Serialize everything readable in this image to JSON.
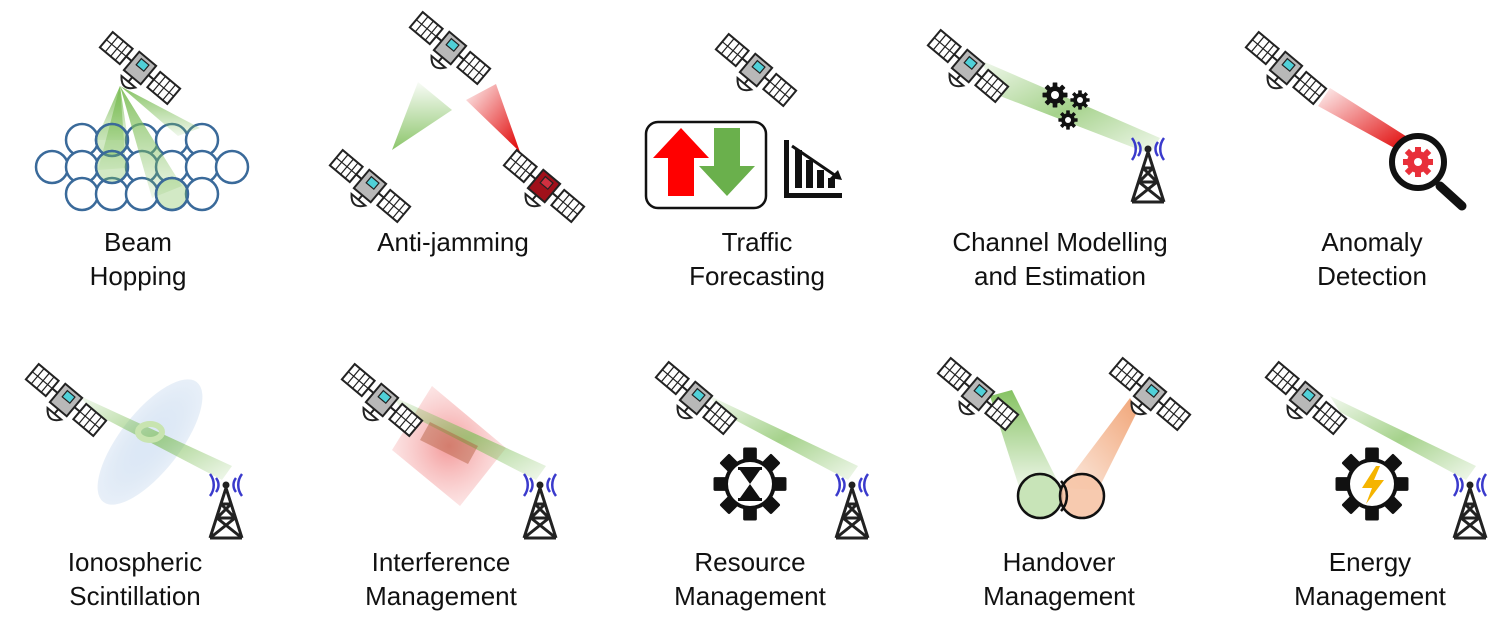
{
  "panels": [
    {
      "id": "beam-hopping",
      "line1": "Beam",
      "line2": "Hopping"
    },
    {
      "id": "anti-jamming",
      "line1": "Anti-jamming",
      "line2": ""
    },
    {
      "id": "traffic-forecasting",
      "line1": "Traffic",
      "line2": "Forecasting"
    },
    {
      "id": "channel-modelling",
      "line1": "Channel Modelling",
      "line2": "and Estimation"
    },
    {
      "id": "anomaly-detection",
      "line1": "Anomaly",
      "line2": "Detection"
    },
    {
      "id": "ionospheric-scintillation",
      "line1": "Ionospheric",
      "line2": "Scintillation"
    },
    {
      "id": "interference-management",
      "line1": "Interference",
      "line2": "Management"
    },
    {
      "id": "resource-management",
      "line1": "Resource",
      "line2": "Management"
    },
    {
      "id": "handover-management",
      "line1": "Handover",
      "line2": "Management"
    },
    {
      "id": "energy-management",
      "line1": "Energy",
      "line2": "Management"
    }
  ],
  "colors": {
    "beam_green": "#7fbf5a",
    "beam_red": "#e00000",
    "beam_orange": "#f0a070",
    "cell_blue": "#3a6a9a",
    "arrow_red": "#ff0000",
    "arrow_green": "#6ab04c",
    "antenna_blue": "#3a3acc",
    "gear_red": "#e8303a",
    "bolt_yellow": "#f5b400"
  },
  "icons": [
    "satellite-icon",
    "ground-station-icon",
    "gear-icon",
    "hourglass-icon",
    "lightning-icon",
    "magnifier-icon",
    "bar-chart-icon",
    "up-down-arrows-icon"
  ]
}
